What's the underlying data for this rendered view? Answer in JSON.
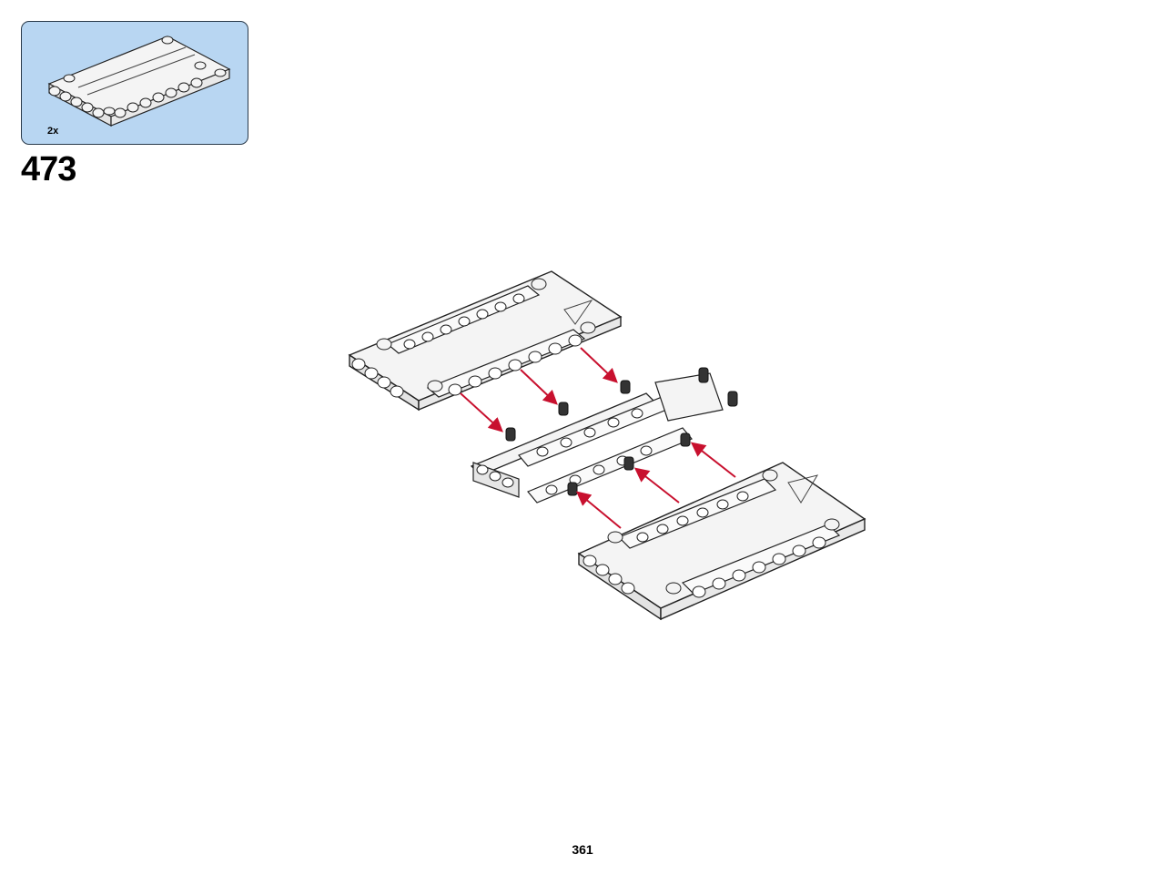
{
  "parts_list": {
    "items": [
      {
        "part": "panel-plate",
        "color": "#f4f4f4",
        "quantity": "2x"
      }
    ]
  },
  "step": {
    "number": "473"
  },
  "page": {
    "number": "361"
  },
  "colors": {
    "box_fill": "#b8d6f2",
    "part_white": "#f4f4f4",
    "outline": "#222222",
    "pin_black": "#333333",
    "arrow_red": "#c8102e"
  }
}
